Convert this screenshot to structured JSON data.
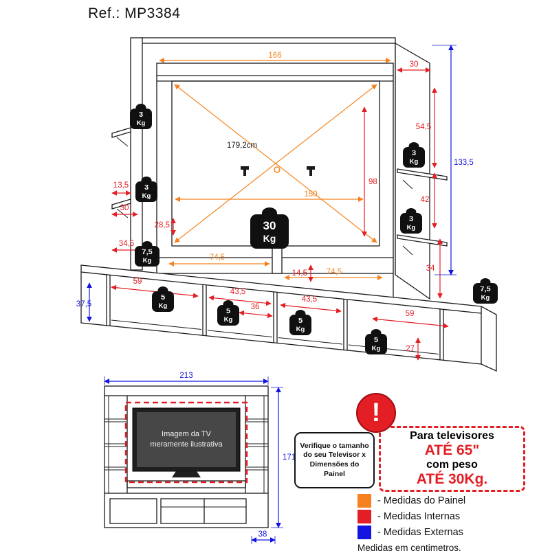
{
  "title": "Ref.: MP3384",
  "colors": {
    "panel": "#F5821F",
    "internal": "#E31E24",
    "external": "#1414E0"
  },
  "dims": {
    "d166": "166",
    "d30_right": "30",
    "d54_5": "54,5",
    "d133_5": "133,5",
    "d42": "42",
    "d34": "34",
    "d98": "98",
    "d179": "179,2cm",
    "d150": "150",
    "d13_5": "13,5",
    "d30_left": "30",
    "d28_5": "28,5",
    "d34_5": "34,5",
    "d74_5_left": "74,5",
    "d14_5": "14,5",
    "d74_5_right": "74,5",
    "d59_left": "59",
    "d43_5_a": "43,5",
    "d36": "36",
    "d43_5_b": "43,5",
    "d59_right": "59",
    "d27": "27",
    "d37_5": "37,5",
    "d213": "213",
    "d171": "171",
    "d38": "38"
  },
  "weights": [
    {
      "value": "3",
      "unit": "Kg"
    },
    {
      "value": "3",
      "unit": "Kg"
    },
    {
      "value": "3",
      "unit": "Kg"
    },
    {
      "value": "3",
      "unit": "Kg"
    },
    {
      "value": "7,5",
      "unit": "Kg"
    },
    {
      "value": "30",
      "unit": "Kg"
    },
    {
      "value": "7,5",
      "unit": "Kg"
    },
    {
      "value": "5",
      "unit": "Kg"
    },
    {
      "value": "5",
      "unit": "Kg"
    },
    {
      "value": "5",
      "unit": "Kg"
    },
    {
      "value": "5",
      "unit": "Kg"
    }
  ],
  "tv_note": "Imagem da TV\nmeramente ilustrativa",
  "warning": {
    "exclamation": "!",
    "note": "Verifique o tamanho do seu Televisor x Dimensões do Painel",
    "line1": "Para televisores",
    "line2": "ATÉ 65\"",
    "line3": "com peso",
    "line4": "ATÉ 30Kg."
  },
  "legend": {
    "items": [
      {
        "label": "- Medidas do Painel",
        "color": "#F5821F"
      },
      {
        "label": "- Medidas Internas",
        "color": "#E31E24"
      },
      {
        "label": "- Medidas Externas",
        "color": "#1414E0"
      }
    ],
    "footer": "Medidas em centimetros."
  }
}
